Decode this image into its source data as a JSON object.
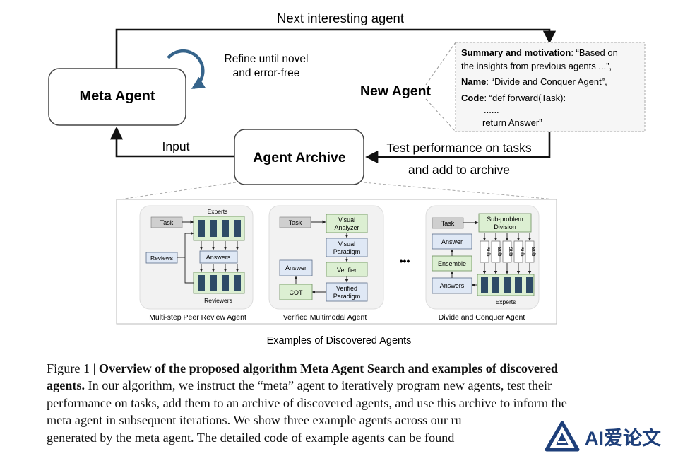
{
  "top": {
    "next_agent_label": "Next interesting agent",
    "refine_line1": "Refine until novel",
    "refine_line2": "and error-free",
    "meta_agent": "Meta Agent",
    "new_agent": "New Agent",
    "agent_archive": "Agent Archive",
    "input_label": "Input",
    "test_line1": "Test performance on tasks",
    "test_line2": "and add to archive"
  },
  "code_card": {
    "summary_key": "Summary and motivation",
    "summary_val1": ": “Based on",
    "summary_val2": "the insights from previous agents ...”,",
    "name_key": "Name",
    "name_val": ": “Divide and Conquer Agent”,",
    "code_key": "Code",
    "code_val": ": “def forward(Task):",
    "dots": "......",
    "return_line": "return Answer”"
  },
  "examples": {
    "title": "Examples of Discovered Agents",
    "ellipsis": "•••",
    "peer": {
      "caption": "Multi-step Peer Review Agent",
      "experts": "Experts",
      "task": "Task",
      "reviews": "Reviews",
      "answers": "Answers",
      "reviewers": "Reviewers"
    },
    "multimodal": {
      "caption": "Verified Multimodal Agent",
      "task": "Task",
      "visual_analyzer_1": "Visual",
      "visual_analyzer_2": "Analyzer",
      "visual_paradigm_1": "Visual",
      "visual_paradigm_2": "Paradigm",
      "verifier": "Verifier",
      "answer": "Answer",
      "verified_paradigm_1": "Verified",
      "verified_paradigm_2": "Paradigm",
      "cot": "COT"
    },
    "divide": {
      "caption": "Divide and Conquer Agent",
      "task": "Task",
      "subproblem_1": "Sub-problem",
      "subproblem_2": "Division",
      "answer": "Answer",
      "ensemble": "Ensemble",
      "answers": "Answers",
      "sub": "sub",
      "experts": "Experts"
    }
  },
  "caption": {
    "prefix": "Figure 1 | ",
    "bold_line1": "Overview of the proposed algorithm Meta Agent Search and examples of discovered",
    "bold_line2": "agents.",
    "line2_rest": " In our algorithm, we instruct the “meta” agent to iteratively program new agents, test their",
    "line3": "performance on tasks, add them to an archive of discovered agents, and use this archive to inform the",
    "line4": "meta agent in subsequent iterations. We show three example agents across our ru",
    "line5": "generated by the meta agent. The detailed code of example agents can be found"
  },
  "watermark": {
    "text": "AI爱论文",
    "icon": "triangle-a-logo-icon"
  },
  "colors": {
    "expert_block": "#2e4b66",
    "green_box": "#dcefd2",
    "blue_box": "#dfe8f5",
    "gray_box": "#cfcfcf",
    "panel_bg": "#f3f3f3",
    "arrow_blue": "#36648b",
    "logo_blue": "#1e3f7a"
  }
}
